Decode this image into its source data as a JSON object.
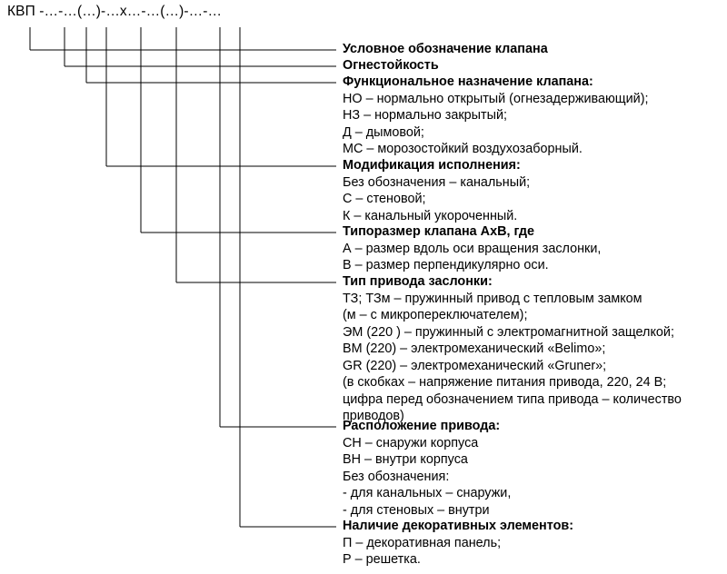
{
  "code_designation": "КВП -…-…(…)-…х…-…(…)-…-…",
  "legend": [
    {
      "title": "Условное обозначение клапана",
      "lines": []
    },
    {
      "title": "Огнестойкость",
      "lines": []
    },
    {
      "title": "Функциональное назначение клапана:",
      "lines": [
        "НО – нормально открытый (огнезадерживающий);",
        "НЗ – нормально закрытый;",
        "Д – дымовой;",
        "МС – морозостойкий воздухозаборный."
      ]
    },
    {
      "title": "Модификация исполнения:",
      "lines": [
        "Без обозначения – канальный;",
        "С – стеновой;",
        "К – канальный укороченный."
      ]
    },
    {
      "title": "Типоразмер клапана АхВ, где",
      "lines": [
        "А – размер вдоль оси вращения заслонки,",
        "В – размер перпендикулярно оси."
      ]
    },
    {
      "title": "Тип привода заслонки:",
      "lines": [
        "ТЗ; ТЗм – пружинный привод с тепловым замком",
        "(м – с микропереключателем);",
        "ЭМ (220 ) – пружинный с электромагнитной защелкой;",
        "ВМ (220) – электромеханический «Belimo»;",
        "GR (220) – электромеханический «Gruner»;",
        "(в скобках – напряжение питания привода, 220, 24 В;",
        "цифра перед обозначением типа привода – количество",
        "приводов)"
      ]
    },
    {
      "title": "Расположение привода:",
      "lines": [
        "СН – снаружи корпуса",
        "ВН – внутри корпуса",
        "Без обозначения:",
        "- для канальных – снаружи,",
        "- для стеновых – внутри"
      ]
    },
    {
      "title": "Наличие декоративных элементов:",
      "lines": [
        "П – декоративная панель;",
        "Р – решетка."
      ]
    }
  ]
}
